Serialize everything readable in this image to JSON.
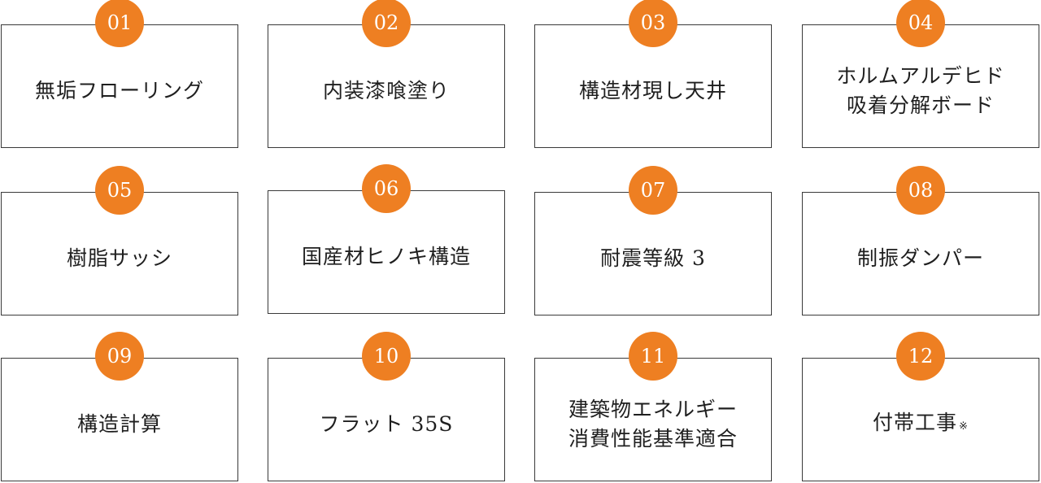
{
  "accent_color": "#ee7f22",
  "items": [
    {
      "number": "01",
      "lines": [
        "無垢フローリング"
      ],
      "note": ""
    },
    {
      "number": "02",
      "lines": [
        "内装漆喰塗り"
      ],
      "note": ""
    },
    {
      "number": "03",
      "lines": [
        "構造材現し天井"
      ],
      "note": ""
    },
    {
      "number": "04",
      "lines": [
        "ホルムアルデヒド",
        "吸着分解ボード"
      ],
      "note": ""
    },
    {
      "number": "05",
      "lines": [
        "樹脂サッシ"
      ],
      "note": ""
    },
    {
      "number": "06",
      "lines": [
        "国産材ヒノキ構造"
      ],
      "note": ""
    },
    {
      "number": "07",
      "lines": [
        "耐震等級 3"
      ],
      "note": ""
    },
    {
      "number": "08",
      "lines": [
        "制振ダンパー"
      ],
      "note": ""
    },
    {
      "number": "09",
      "lines": [
        "構造計算"
      ],
      "note": ""
    },
    {
      "number": "10",
      "lines": [
        "フラット 35S"
      ],
      "note": ""
    },
    {
      "number": "11",
      "lines": [
        "建築物エネルギー",
        "消費性能基準適合"
      ],
      "note": ""
    },
    {
      "number": "12",
      "lines": [
        "付帯工事"
      ],
      "note": "※"
    }
  ]
}
